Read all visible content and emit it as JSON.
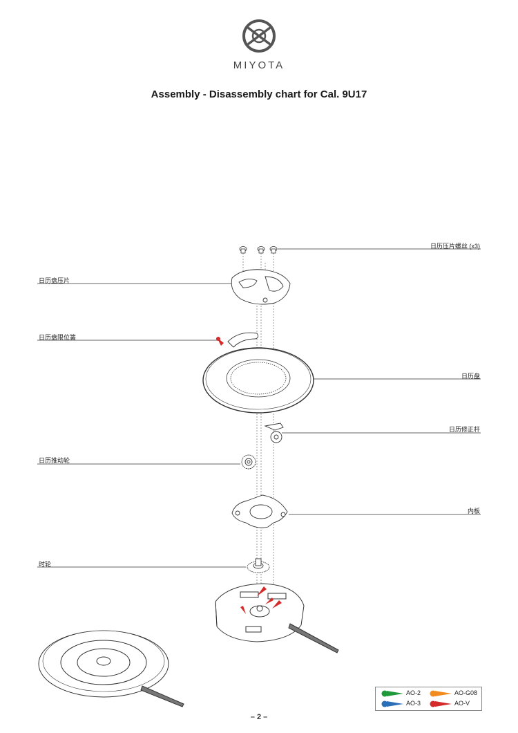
{
  "header": {
    "brand": "MIYOTA",
    "title": "Assembly - Disassembly chart for Cal. 9U17"
  },
  "parts": {
    "calendar_plate_screws": "日历压片螺丝 (x3)",
    "calendar_plate": "日历盘压片",
    "date_jumper": "日历盘限位簧",
    "date_dial": "日历盘",
    "date_corrector": "日历修正杆",
    "date_driving_wheel": "日历推动轮",
    "inner_plate": "内板",
    "hour_wheel": "时轮"
  },
  "legend": {
    "items": [
      {
        "code": "AO-2",
        "color": "#1f9a3a"
      },
      {
        "code": "AO-G08",
        "color": "#f28c1e"
      },
      {
        "code": "AO-3",
        "color": "#2a6fb8"
      },
      {
        "code": "AO-V",
        "color": "#d42a2a"
      }
    ]
  },
  "footer": {
    "page_number": "– 2 –"
  }
}
